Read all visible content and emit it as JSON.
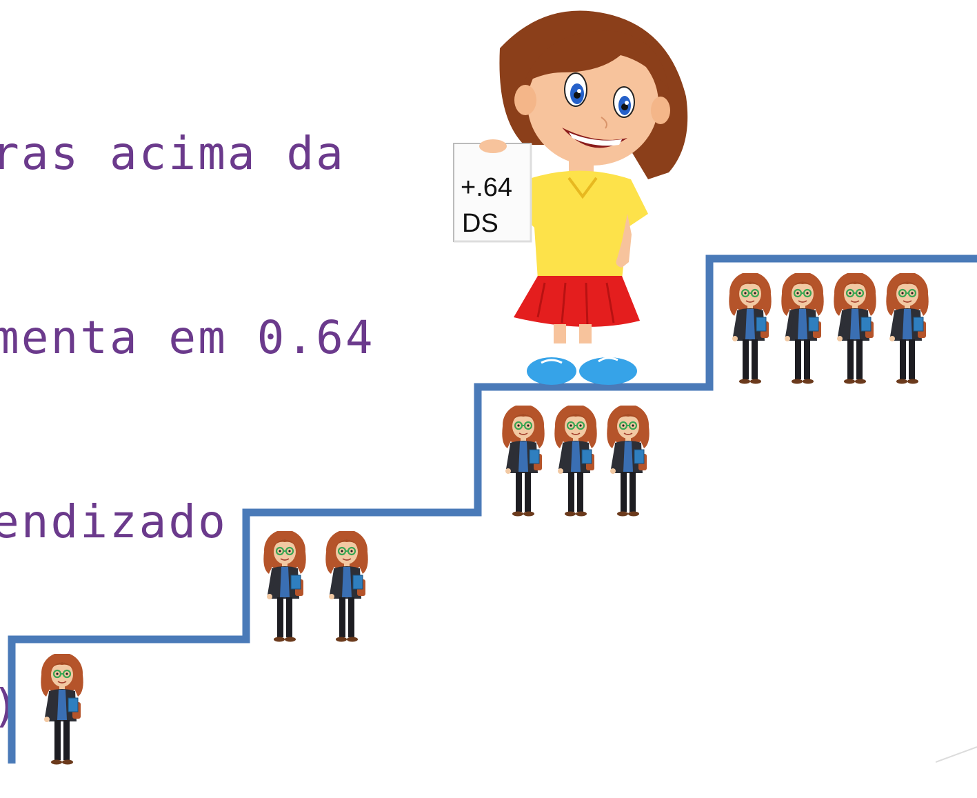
{
  "headline": {
    "line1": "ras acima da",
    "line2": "menta em 0.64",
    "line3": "endizado",
    "line4": ")"
  },
  "sign": {
    "line1": "+.64",
    "line2": "DS"
  },
  "steps": [
    {
      "teachers": 1
    },
    {
      "teachers": 2
    },
    {
      "teachers": 3
    },
    {
      "teachers": 4
    }
  ],
  "colors": {
    "headline": "#6b3a8c",
    "stairs": "#4a7ab8",
    "shirt": "#fde24a",
    "skirt": "#e41e1e",
    "shoes": "#36a3e8",
    "hair": "#8b3f1a"
  },
  "icons": [
    "girl-illustration",
    "teacher-icon"
  ]
}
